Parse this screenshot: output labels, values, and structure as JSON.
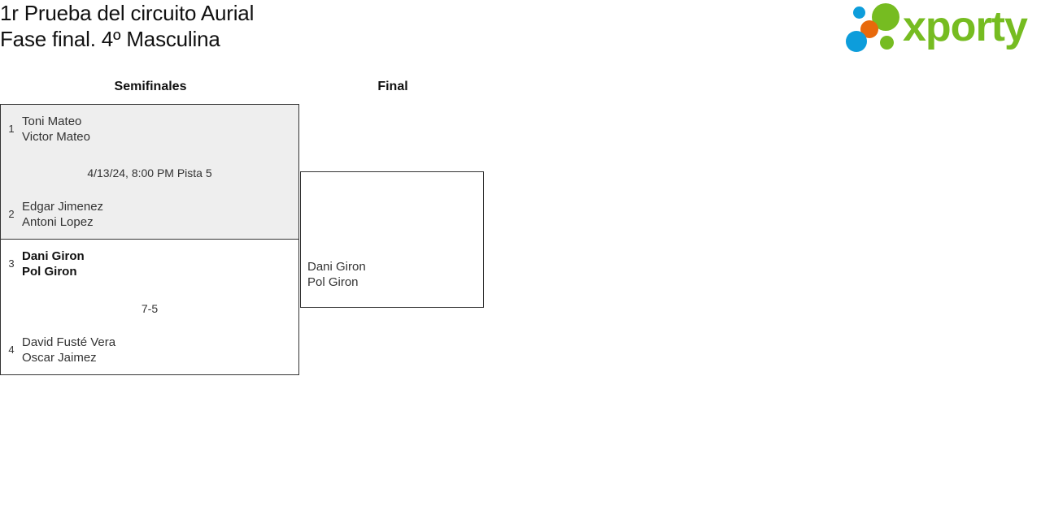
{
  "header": {
    "title_line_1": "1r Prueba del circuito Aurial",
    "title_line_2": "Fase final. 4º Masculina",
    "logo_wordmark": "xporty",
    "logo_colors": {
      "green": "#76bc21",
      "blue": "#0d9ddb",
      "orange": "#e8690b"
    }
  },
  "bracket": {
    "rounds": [
      {
        "label": "Semifinales"
      },
      {
        "label": "Final"
      }
    ],
    "semifinals": [
      {
        "meta": "4/13/24, 8:00 PM Pista 5",
        "top": {
          "seed": "1",
          "player_1": "Toni Mateo",
          "player_2": "Victor Mateo",
          "winner": false
        },
        "bottom": {
          "seed": "2",
          "player_1": "Edgar Jimenez",
          "player_2": "Antoni Lopez",
          "winner": false
        }
      },
      {
        "meta": "7-5",
        "top": {
          "seed": "3",
          "player_1": "Dani Giron",
          "player_2": "Pol Giron",
          "winner": true
        },
        "bottom": {
          "seed": "4",
          "player_1": "David Fusté Vera",
          "player_2": "Oscar Jaimez",
          "winner": false
        }
      }
    ],
    "final": {
      "player_1": "Dani Giron",
      "player_2": "Pol Giron"
    }
  }
}
